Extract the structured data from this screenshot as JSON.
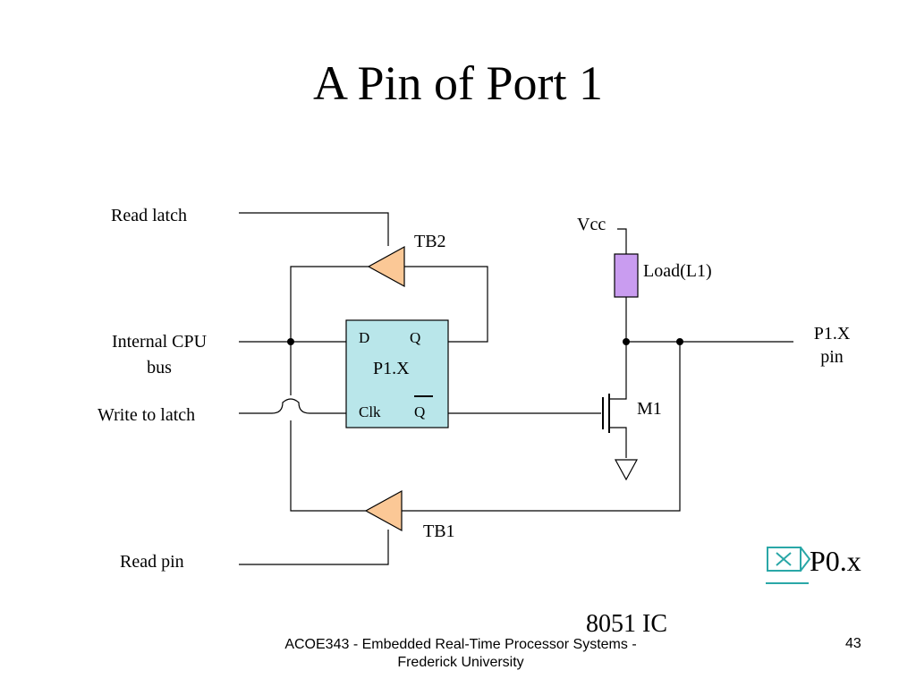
{
  "slide": {
    "title": "A Pin of Port 1",
    "ic_note": "8051 IC",
    "link_text": "P0.x",
    "footer_line1": "ACOE343 - Embedded Real-Time Processor Systems -",
    "footer_line2": "Frederick University",
    "page_number": "43"
  },
  "diagram": {
    "read_latch": "Read latch",
    "internal_cpu_bus_1": "Internal CPU",
    "internal_cpu_bus_2": "bus",
    "write_to_latch": "Write to latch",
    "read_pin": "Read pin",
    "tb2": "TB2",
    "tb1": "TB1",
    "vcc": "Vcc",
    "load": "Load(L1)",
    "m1": "M1",
    "pin_label_1": "P1.X",
    "pin_label_2": "pin",
    "latch": {
      "d": "D",
      "q": "Q",
      "name": "P1.X",
      "clk": "Clk",
      "qbar": "Q"
    }
  },
  "colors": {
    "latch_fill": "#b9e6ea",
    "buffer_fill": "#fbc896",
    "load_fill": "#c99cf0",
    "link_icon": "#2aa7a7"
  }
}
